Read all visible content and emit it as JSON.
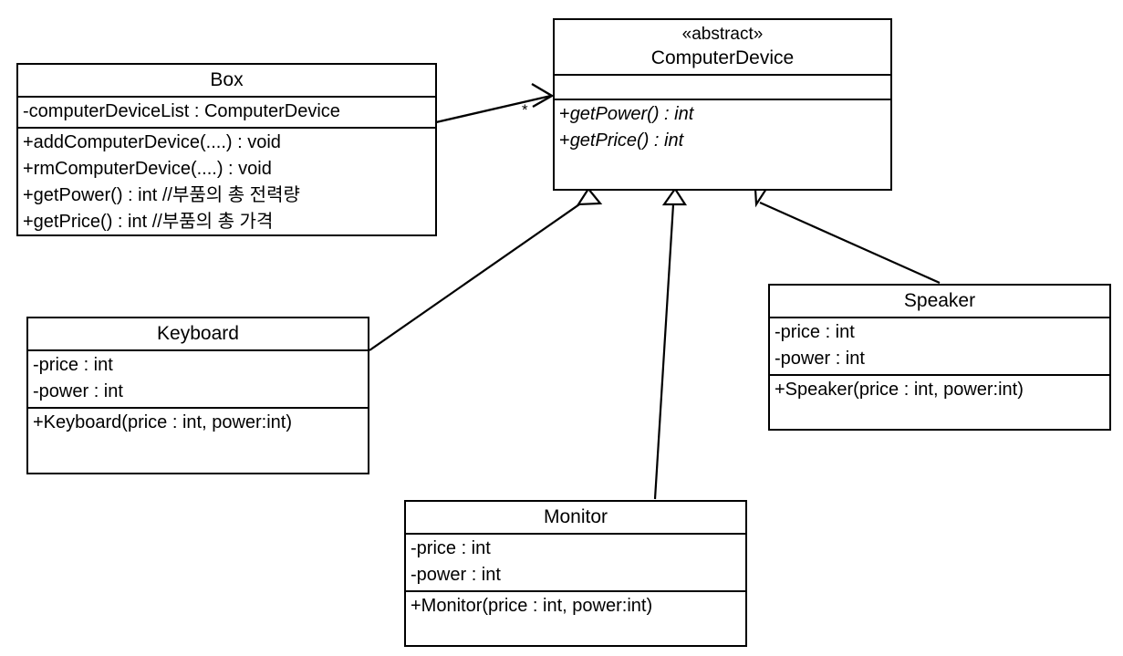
{
  "diagram": {
    "title": "Computer Device UML Class Diagram",
    "type": "uml-class-diagram",
    "background_color": "#ffffff",
    "line_color": "#000000"
  },
  "classes": {
    "box": {
      "name": "Box",
      "attributes": [
        "-computerDeviceList : ComputerDevice"
      ],
      "operations": [
        "+addComputerDevice(....) : void",
        "+rmComputerDevice(....) : void",
        "+getPower() : int //부품의 총 전력량",
        "+getPrice() : int //부품의 총 가격"
      ]
    },
    "computer_device": {
      "stereotype": "«abstract»",
      "name": "ComputerDevice",
      "attributes": [],
      "operations": [
        {
          "visibility": "+",
          "signature": "getPower() : int"
        },
        {
          "visibility": "+",
          "signature": "getPrice() : int"
        }
      ]
    },
    "keyboard": {
      "name": "Keyboard",
      "attributes": [
        "-price : int",
        "-power : int"
      ],
      "operations": [
        "+Keyboard(price : int, power:int)"
      ]
    },
    "speaker": {
      "name": "Speaker",
      "attributes": [
        "-price : int",
        "-power : int"
      ],
      "operations": [
        "+Speaker(price : int, power:int)"
      ]
    },
    "monitor": {
      "name": "Monitor",
      "attributes": [
        "-price : int",
        "-power : int"
      ],
      "operations": [
        "+Monitor(price : int, power:int)"
      ]
    }
  },
  "relationships": {
    "association_box_to_device": {
      "kind": "association",
      "from": "Box",
      "to": "ComputerDevice",
      "target_multiplicity": "*"
    },
    "generalization_keyboard": {
      "kind": "generalization",
      "from": "Keyboard",
      "to": "ComputerDevice"
    },
    "generalization_monitor": {
      "kind": "generalization",
      "from": "Monitor",
      "to": "ComputerDevice"
    },
    "generalization_speaker": {
      "kind": "generalization",
      "from": "Speaker",
      "to": "ComputerDevice"
    }
  }
}
